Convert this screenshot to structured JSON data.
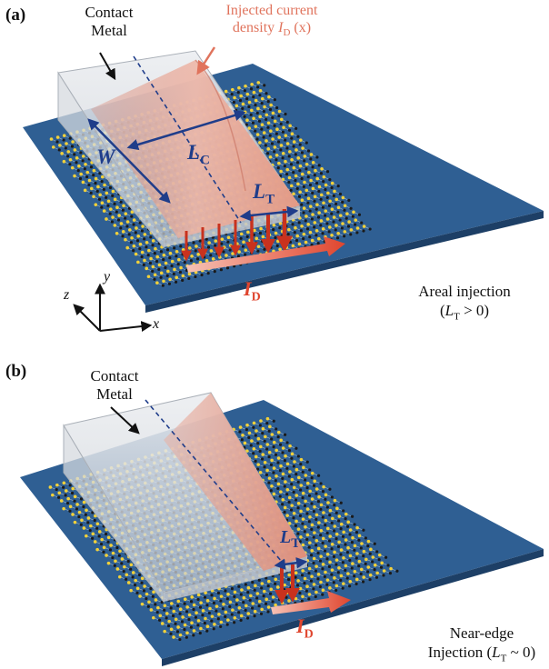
{
  "panel_a": {
    "label": "(a)",
    "contact_metal_line1": "Contact",
    "contact_metal_line2": "Metal",
    "injected_line1": "Injected current",
    "injected_line2_prefix": "density ",
    "injected_symbol": "I",
    "injected_symbol_sub": "D",
    "injected_arg": " (x)",
    "width_label": "W",
    "contact_length_symbol": "L",
    "contact_length_sub": "C",
    "transfer_length_symbol": "L",
    "transfer_length_sub": "T",
    "current_symbol": "I",
    "current_sub": "D",
    "axis_x": "x",
    "axis_y": "y",
    "axis_z": "z",
    "caption_line1": "Areal injection",
    "caption_line2_open": "(",
    "caption_line2_symbol": "L",
    "caption_line2_sub": "T",
    "caption_line2_rest": " > 0)"
  },
  "panel_b": {
    "label": "(b)",
    "contact_metal_line1": "Contact",
    "contact_metal_line2": "Metal",
    "transfer_length_symbol": "L",
    "transfer_length_sub": "T",
    "current_symbol": "I",
    "current_sub": "D",
    "caption_line1": "Near-edge",
    "caption_line2_prefix": "Injection (",
    "caption_line2_symbol": "L",
    "caption_line2_sub": "T",
    "caption_line2_rest": " ~ 0)"
  },
  "colors": {
    "substrate": "#2f5f93",
    "substrate_edge": "#1d3f66",
    "atom_yellow": "#f2d13a",
    "atom_black": "#1a1a1a",
    "metal": "#d9dde2",
    "injection_pink": "#e7a99a",
    "dimension_blue": "#1f3d8a",
    "current_red": "#e0462f",
    "callout_orange": "#e0735c"
  }
}
